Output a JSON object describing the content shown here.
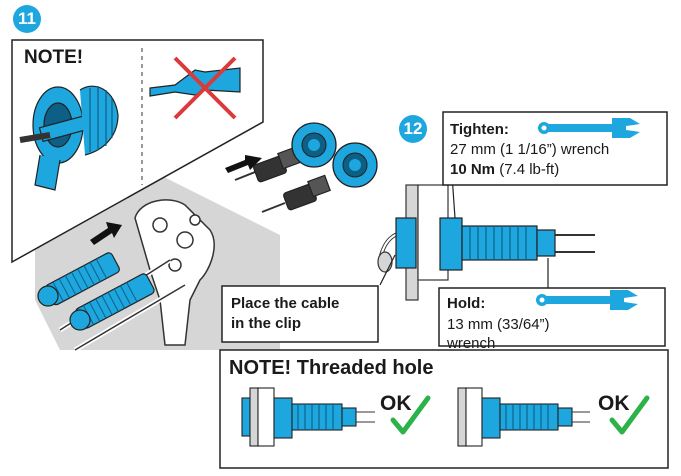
{
  "step11": {
    "number": "11",
    "note_label": "NOTE!"
  },
  "step12": {
    "number": "12",
    "tighten": {
      "title": "Tighten:",
      "line1": "27 mm (1 1/16”) wrench",
      "torque_bold": "10 Nm",
      "torque_rest": " (7.4 lb-ft)"
    },
    "hold": {
      "title": "Hold:",
      "line1": "13 mm (33/64”)",
      "line2": "wrench"
    },
    "cable_clip": {
      "line1": "Place the cable",
      "line2": "in the clip"
    }
  },
  "threaded_note": {
    "title": "NOTE! Threaded hole",
    "ok_left": "OK",
    "ok_right": "OK"
  },
  "colors": {
    "accent": "#1ea6df",
    "ok_green": "#2db24a",
    "cross_red": "#d93a3a",
    "wall_gray": "#d6d6d6"
  },
  "icons": [
    "wrench-icon",
    "checkmark-icon",
    "cross-icon",
    "arrow-left-icon",
    "arrow-right-icon"
  ]
}
